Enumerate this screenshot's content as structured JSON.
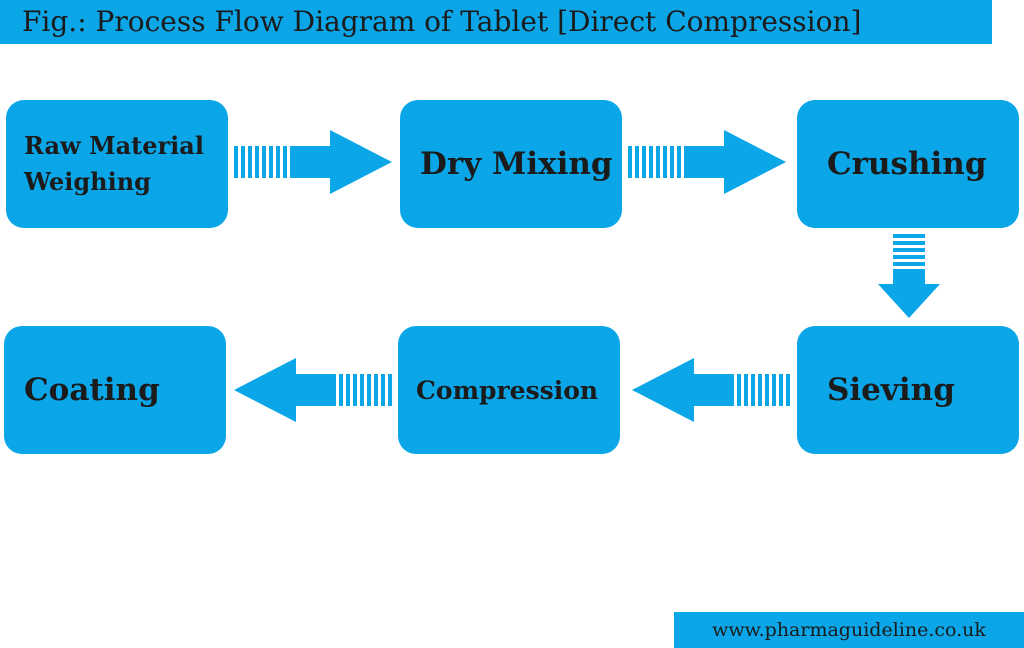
{
  "title": "Fig.: Process Flow Diagram of Tablet [Direct Compression]",
  "steps": [
    {
      "label": "Raw Material Weighing"
    },
    {
      "label": "Dry Mixing"
    },
    {
      "label": "Crushing"
    },
    {
      "label": "Sieving"
    },
    {
      "label": "Compression"
    },
    {
      "label": "Coating"
    }
  ],
  "footer": "www.pharmaguideline.co.uk",
  "colors": {
    "box": "#0aa6e8",
    "text": "#1b1b1b",
    "background": "#ffffff"
  }
}
